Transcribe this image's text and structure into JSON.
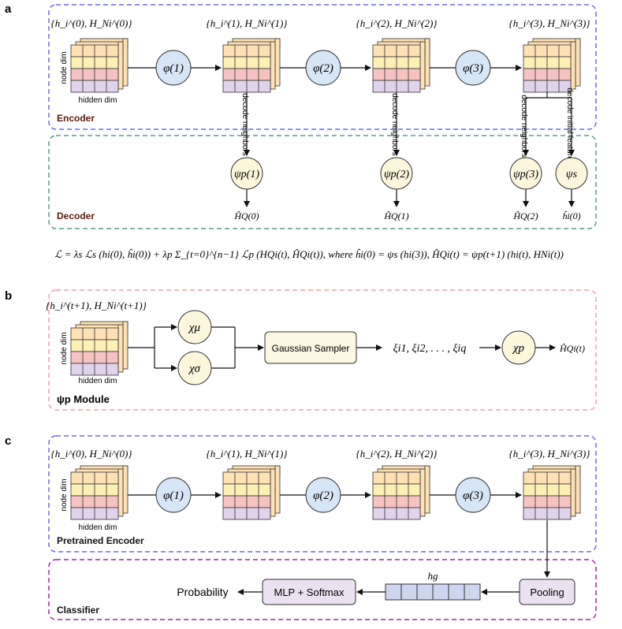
{
  "panels": {
    "a": "a",
    "b": "b",
    "c": "c"
  },
  "panel_a": {
    "encoder_label": "Encoder",
    "decoder_label": "Decoder",
    "node_dim": "node dim",
    "hidden_dim": "hidden dim",
    "state_labels": [
      "{h_i^(0), H_Ni^(0)}",
      "{h_i^(1), H_Ni^(1)}",
      "{h_i^(2), H_Ni^(2)}",
      "{h_i^(3), H_Ni^(3)}"
    ],
    "phi_labels": [
      "φ(1)",
      "φ(2)",
      "φ(3)"
    ],
    "decode_neighbors": "decode neighbors",
    "decode_initial_features": "decode initial features",
    "psi_labels": [
      "ψp(1)",
      "ψp(2)",
      "ψp(3)",
      "ψs"
    ],
    "outputs": [
      "ĤQ(0)",
      "ĤQ(1)",
      "ĤQ(2)",
      "ĥi(0)"
    ],
    "loss_formula": "ℒ = λs ℒs (hi(0), ĥi(0)) + λp Σ_{t=0}^{n−1} ℒp (HQi(t), ĤQi(t)),  where ĥi(0) = ψs (hi(3)),  ĤQi(t) = ψp(t+1) (hi(t), HNi(t))"
  },
  "panel_b": {
    "state_label": "{h_i^(t+1), H_Ni^(t+1)}",
    "node_dim": "node dim",
    "hidden_dim": "hidden dim",
    "chi_mu": "χμ",
    "chi_sigma": "χσ",
    "sampler": "Gaussian Sampler",
    "xi_sequence": "ξi1, ξi2, . . . , ξiq",
    "chi_p": "χp",
    "output": "ĤQi(t)",
    "module_label": "ψp Module"
  },
  "panel_c": {
    "encoder_label": "Pretrained Encoder",
    "classifier_label": "Classifier",
    "node_dim": "node dim",
    "hidden_dim": "hidden dim",
    "state_labels": [
      "{h_i^(0), H_Ni^(0)}",
      "{h_i^(1), H_Ni^(1)}",
      "{h_i^(2), H_Ni^(2)}",
      "{h_i^(3), H_Ni^(3)}"
    ],
    "phi_labels": [
      "φ(1)",
      "φ(2)",
      "φ(3)"
    ],
    "pooling": "Pooling",
    "hg": "hg",
    "mlp": "MLP + Softmax",
    "probability": "Probability"
  },
  "colors": {
    "encoder_border": "#6b6bea",
    "decoder_border": "#5a9e87",
    "module_border": "#f2a3a3",
    "classifier_border": "#9c2a9c",
    "phi_fill": "#d6e6f7",
    "psi_fill": "#fbf6dc",
    "row_orange": "#fde0b4",
    "row_yellow": "#fdf0b5",
    "row_pink": "#f6c3c3",
    "row_lavender": "#e0d3eb",
    "box_fill": "#fbf7e2",
    "pooling_fill": "#ece1f0",
    "hg_fill": "#cdd6ee"
  }
}
